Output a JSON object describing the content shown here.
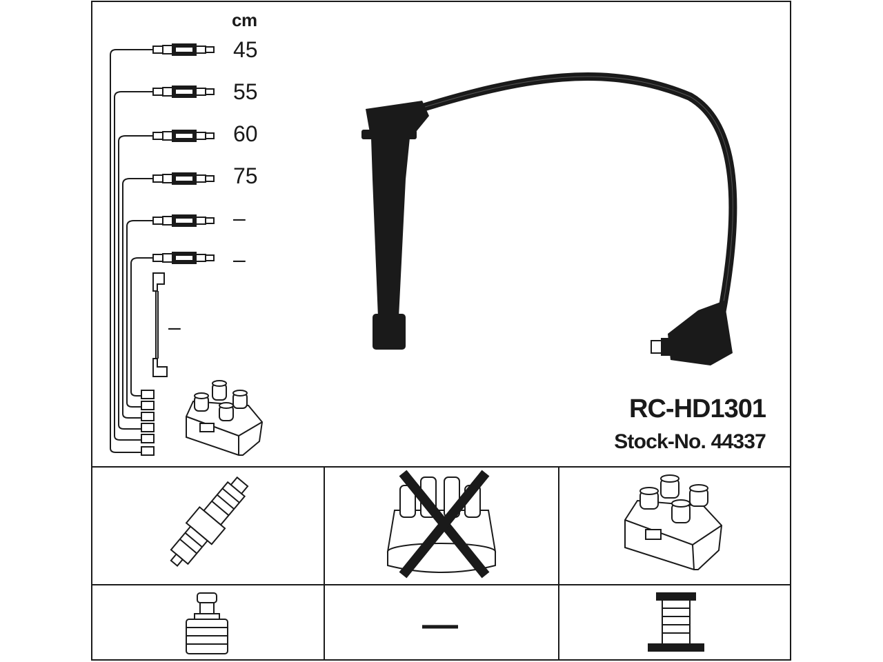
{
  "unit_label": "cm",
  "lead_lengths": [
    "45",
    "55",
    "60",
    "75",
    "–",
    "–"
  ],
  "coil_lead_length": "–",
  "model": "RC-HD1301",
  "stock_number": "Stock-No. 44337",
  "compat_row": {
    "ignition_coil_connector_label": "—"
  },
  "colors": {
    "ink": "#1a1a1a",
    "background": "#ffffff"
  },
  "icons": [
    "spark-plug-icon",
    "distributor-cap-crossed-icon",
    "ignition-coil-icon",
    "plug-boot-connector-icon",
    "coil-terminal-icon"
  ]
}
